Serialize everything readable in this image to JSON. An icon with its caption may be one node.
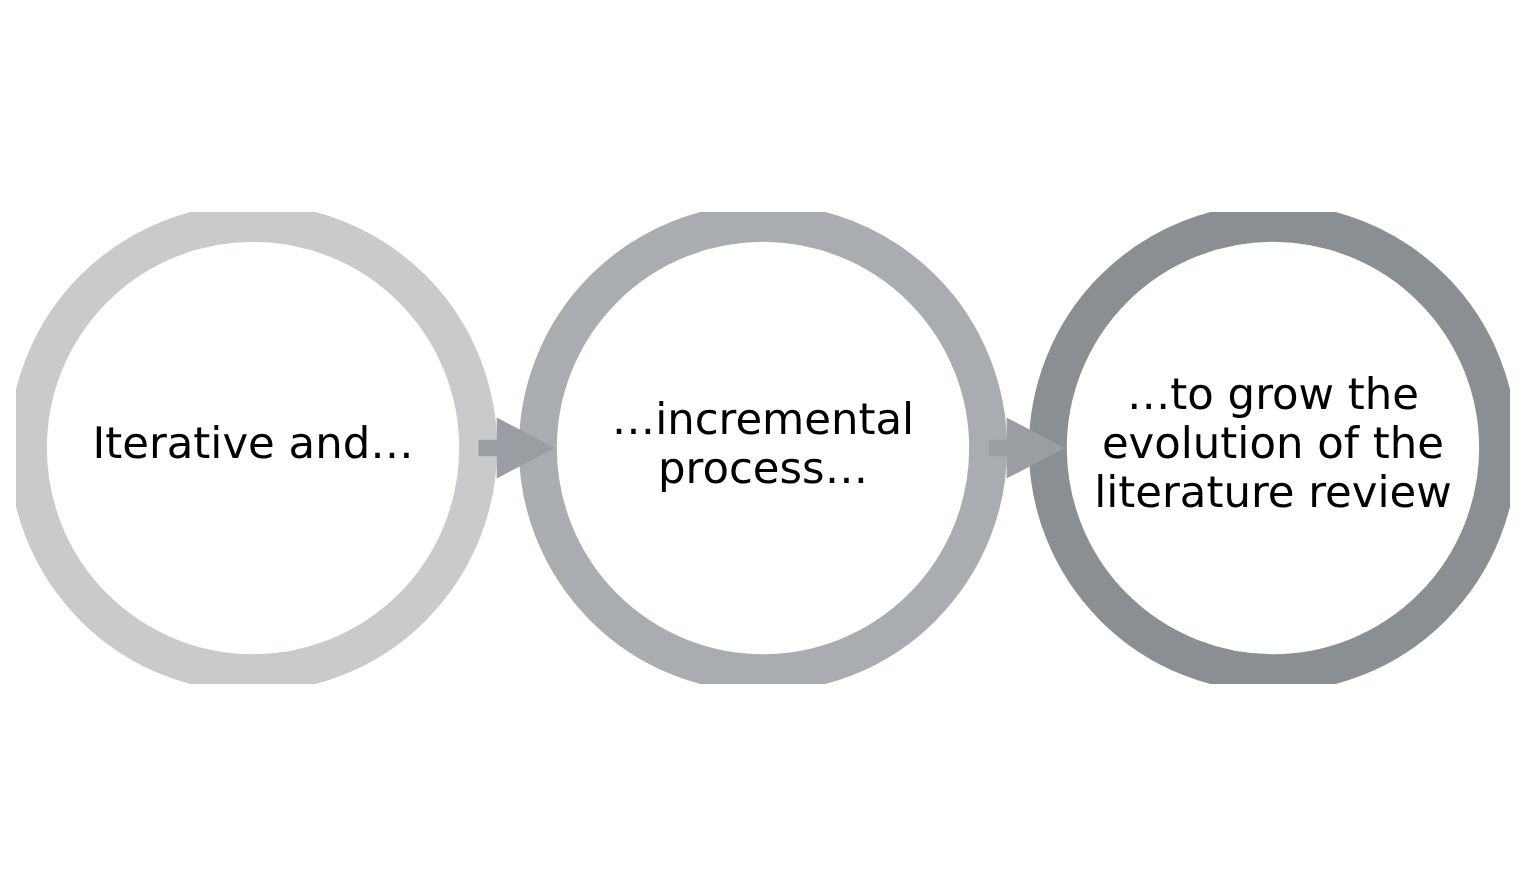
{
  "diagram": {
    "nodes": [
      {
        "text": [
          "Iterative and…"
        ]
      },
      {
        "text": [
          "…incremental process…"
        ]
      },
      {
        "text": [
          "…to grow the evolution of the literature review"
        ]
      }
    ],
    "edges": [
      {
        "from": 0,
        "to": 1,
        "arrow": "to"
      },
      {
        "from": 1,
        "to": 2,
        "arrow": "to"
      }
    ]
  }
}
